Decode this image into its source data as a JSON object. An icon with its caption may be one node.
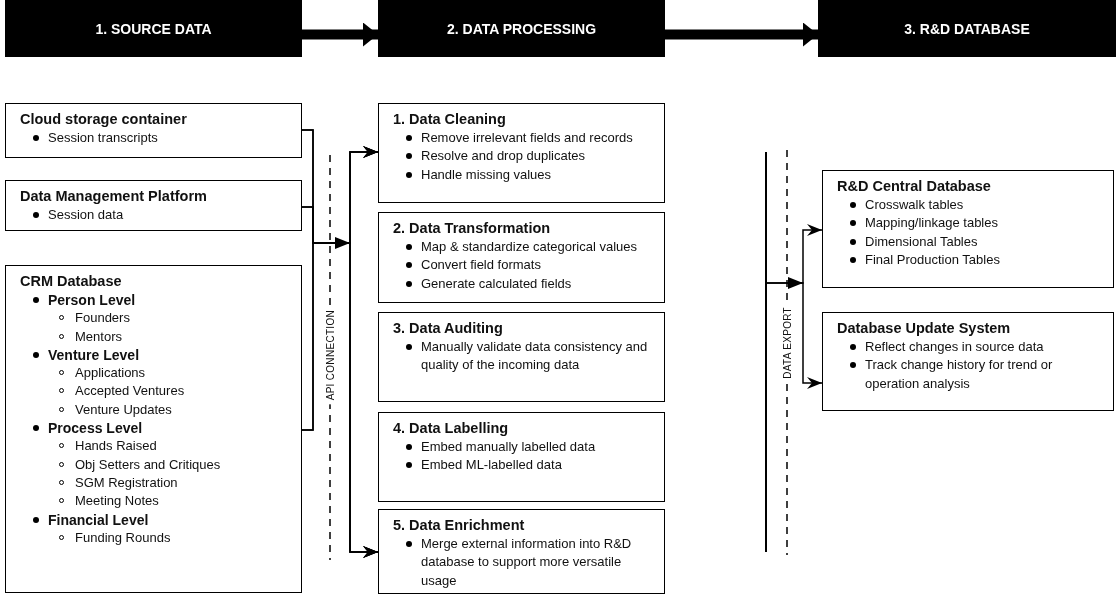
{
  "diagram": {
    "nodes": [
      {
        "text": [
          "1. SOURCE DATA"
        ]
      },
      {
        "text": [
          "2. DATA PROCESSING"
        ]
      },
      {
        "text": [
          "3. R&D DATABASE"
        ]
      },
      {
        "text": [
          "Cloud storage container",
          "Session transcripts"
        ]
      },
      {
        "text": [
          "Data Management Platform",
          "Session data"
        ]
      },
      {
        "text": [
          "CRM Database",
          "Person Level",
          "Founders",
          "Mentors",
          "Venture Level",
          "Applications",
          "Accepted Ventures",
          "Venture Updates",
          "Process Level",
          "Hands Raised",
          "Obj Setters and Critiques",
          "SGM Registration",
          "Meeting Notes",
          "Financial Level",
          "Funding Rounds"
        ]
      },
      {
        "text": [
          "1. Data Cleaning",
          "Remove irrelevant fields and records",
          "Resolve and drop duplicates",
          "Handle missing values"
        ]
      },
      {
        "text": [
          "2. Data Transformation",
          "Map & standardize categorical values",
          "Convert field formats",
          "Generate calculated fields"
        ]
      },
      {
        "text": [
          "3. Data Auditing",
          "Manually validate data consistency and quality of the incoming data"
        ]
      },
      {
        "text": [
          "4. Data Labelling",
          "Embed manually labelled data",
          "Embed ML-labelled data"
        ]
      },
      {
        "text": [
          "5. Data Enrichment",
          "Merge external information into R&D database to support more versatile usage"
        ]
      },
      {
        "text": [
          "R&D Central Database",
          "Crosswalk tables",
          "Mapping/linkage tables",
          "Dimensional Tables",
          "Final Production Tables"
        ]
      },
      {
        "text": [
          "Database Update System",
          "Reflect changes in source data",
          "Track change history for trend or operation analysis"
        ]
      },
      {
        "text": [],
        "shape": "bar"
      }
    ],
    "edges": [
      {
        "from": 0,
        "to": 1,
        "arrow": "to",
        "style": "thick"
      },
      {
        "from": 1,
        "to": 2,
        "arrow": "to",
        "style": "thick"
      },
      {
        "from": 3,
        "to": 6,
        "arrow": "to"
      },
      {
        "from": 3,
        "to": 10,
        "arrow": "to"
      },
      {
        "from": 4,
        "to": 6,
        "arrow": "to"
      },
      {
        "from": 4,
        "to": 10,
        "arrow": "to"
      },
      {
        "from": 5,
        "to": 6,
        "arrow": "to"
      },
      {
        "from": 5,
        "to": 10,
        "arrow": "to"
      },
      {
        "from": 13,
        "to": 11,
        "arrow": "to"
      },
      {
        "from": 13,
        "to": 12,
        "arrow": "to"
      }
    ],
    "labels": [
      "API CONNECTION",
      "DATA EXPORT"
    ]
  }
}
